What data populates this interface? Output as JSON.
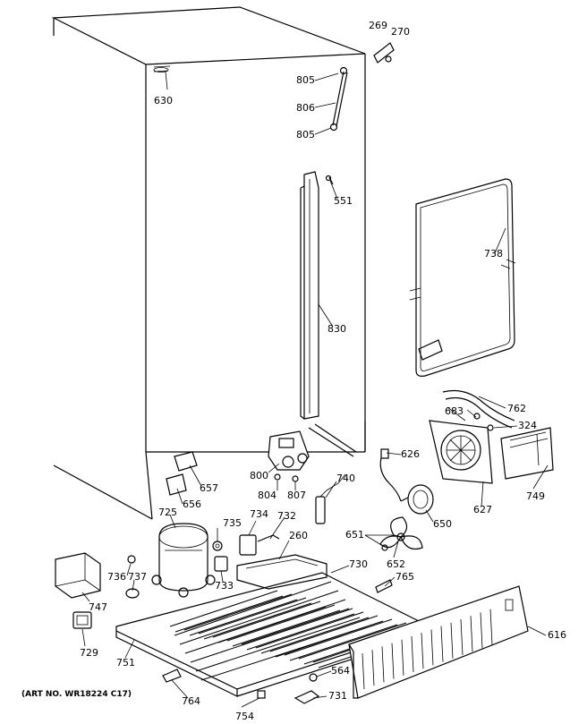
{
  "note": "(ART NO. WR18224 C17)",
  "labels": {
    "p269": "269",
    "p270": "270",
    "p630": "630",
    "p805a": "805",
    "p806": "806",
    "p805b": "805",
    "p551": "551",
    "p738": "738",
    "p830": "830",
    "p762": "762",
    "p683": "683",
    "p324": "324",
    "p800": "800",
    "p626": "626",
    "p657": "657",
    "p656": "656",
    "p804": "804",
    "p807": "807",
    "p740": "740",
    "p749": "749",
    "p627": "627",
    "p650": "650",
    "p725": "725",
    "p735": "735",
    "p734": "734",
    "p732": "732",
    "p260": "260",
    "p651": "651",
    "p652": "652",
    "p765": "765",
    "p730": "730",
    "p736": "736",
    "p737": "737",
    "p733": "733",
    "p747": "747",
    "p616": "616",
    "p729": "729",
    "p751": "751",
    "p564": "564",
    "p764": "764",
    "p731": "731",
    "p754": "754"
  }
}
